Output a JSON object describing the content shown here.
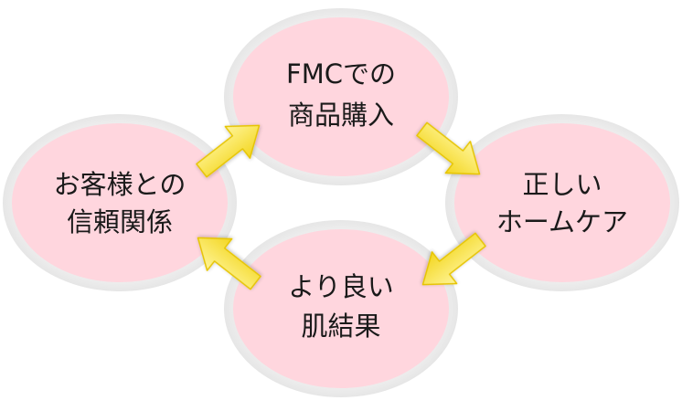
{
  "nodes": {
    "purchase": {
      "line1": "FMCでの",
      "line2": "商品購入"
    },
    "homecare": {
      "line1": "正しい",
      "line2": "ホームケア"
    },
    "result": {
      "line1": "より良い",
      "line2": "肌結果"
    },
    "trust": {
      "line1": "お客様との",
      "line2": "信頼関係"
    }
  },
  "colors": {
    "node_fill": "#ffd6de",
    "node_ring": "#f1f1f1",
    "arrow_light": "#fff27a",
    "arrow_dark": "#f0d21a",
    "text": "#1a1a1a"
  }
}
